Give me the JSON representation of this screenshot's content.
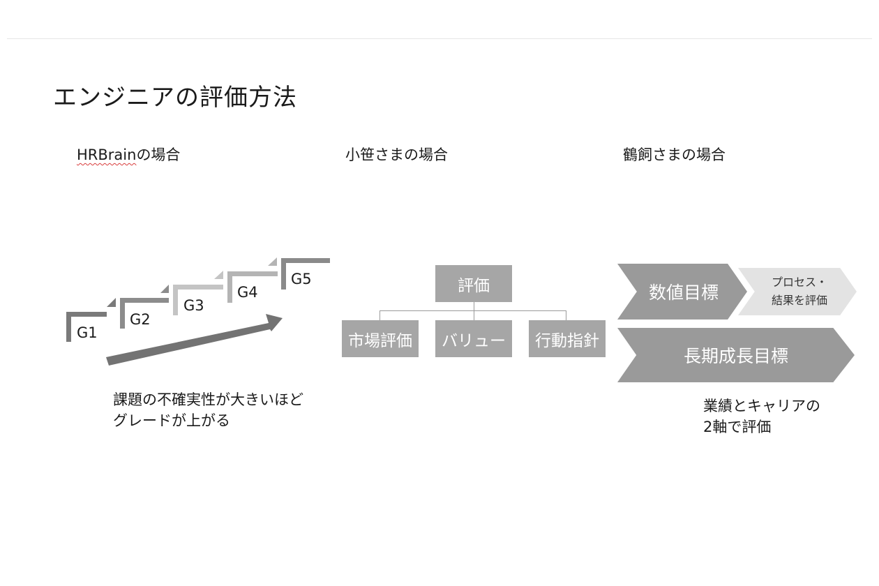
{
  "title": "エンジニアの評価方法",
  "sections": [
    {
      "prefix": "HRBrain",
      "suffix": "の場合"
    },
    {
      "heading": "小笹さまの場合"
    },
    {
      "heading": "鶴飼さまの場合"
    }
  ],
  "hrbrain": {
    "grades": [
      "G1",
      "G2",
      "G3",
      "G4",
      "G5"
    ],
    "note": [
      "課題の不確実性が大きいほど",
      "グレードが上がる"
    ]
  },
  "kozasa": {
    "top": "評価",
    "children": [
      "市場評価",
      "バリュー",
      "行動指針"
    ]
  },
  "ukai": {
    "chevron1": "数値目標",
    "chevron1_sub": [
      "プロセス・",
      "結果を評価"
    ],
    "chevron2": "長期成長目標",
    "note": [
      "業績とキャリアの",
      "2軸で評価"
    ]
  }
}
